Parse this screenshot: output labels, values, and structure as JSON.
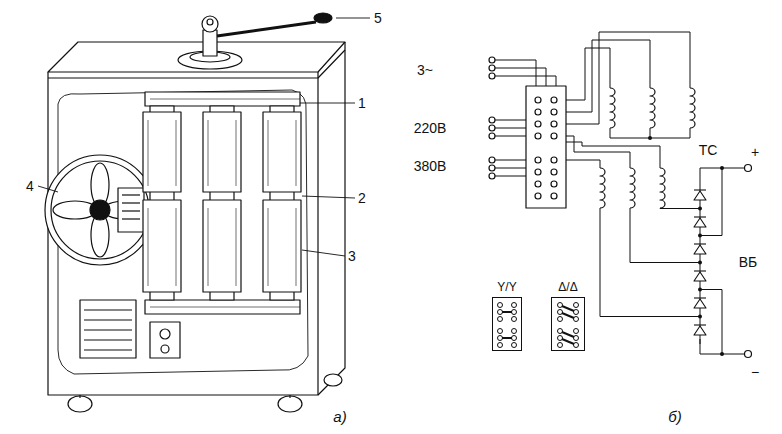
{
  "diagram": {
    "nodes": [
      {
        "text": [
          "Y/Y"
        ]
      },
      {
        "text": [
          "Δ/Δ"
        ]
      }
    ],
    "labels": [
      "5",
      "4",
      "1",
      "2",
      "3",
      "а)",
      "3~",
      "220В",
      "380В",
      "ТС",
      "+",
      "−",
      "ВБ",
      "б)"
    ]
  }
}
